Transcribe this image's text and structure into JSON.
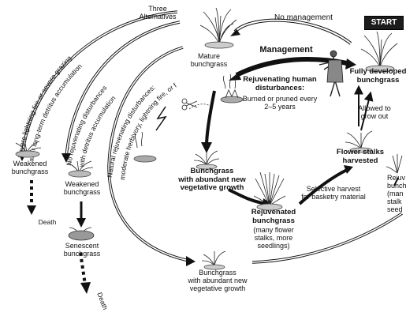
{
  "start_label": "START",
  "labels": {
    "three_alternatives": "Three\nAlternatives",
    "no_management": "No management",
    "management": "Management",
    "mature": "Mature\nbunchgrass",
    "fully_developed": "Fully developed\nbunchgrass",
    "rejuv_human_title": "Rejuvenating human\ndisturbances:",
    "rejuv_human_desc": "Burned or pruned every\n2–5 years",
    "allowed_grow": "Allowed to\ngrow out",
    "flower_stalks": "Flower stalks\nharvested",
    "selective": "Selective harvest\nfor basketry material",
    "bunchgrass_new_title": "Bunchgrass\nwith abundant new\nvegetative growth",
    "rejuvenated_title": "Rejuvenated\nbunchgrass",
    "rejuvenated_desc": "(many flower\nstalks, more\nseedlings)",
    "bunchgrass_bottom": "Bunchgrass\nwith abundant new\nvegetative growth",
    "weakened1": "Weakened\nbunchgrass",
    "weakened2": "Weakened\nbunchgrass",
    "senescent": "Senescent\nbunchgrass",
    "death1": "Death",
    "death2": "Death",
    "right_cut": "Rejuv\nbunch\n(man\nstalk\nseed",
    "arc1": "Severe lightning fire or severe grazing",
    "arc1b": "after long-term detritus accumulation",
    "arc2": "No rejuvenating disturbances",
    "arc2b": "with detritus accumulation",
    "arc3": "Natural rejuvenating disturbances:",
    "arc3b": "moderate herbivory, lightning fire, or flooding"
  }
}
